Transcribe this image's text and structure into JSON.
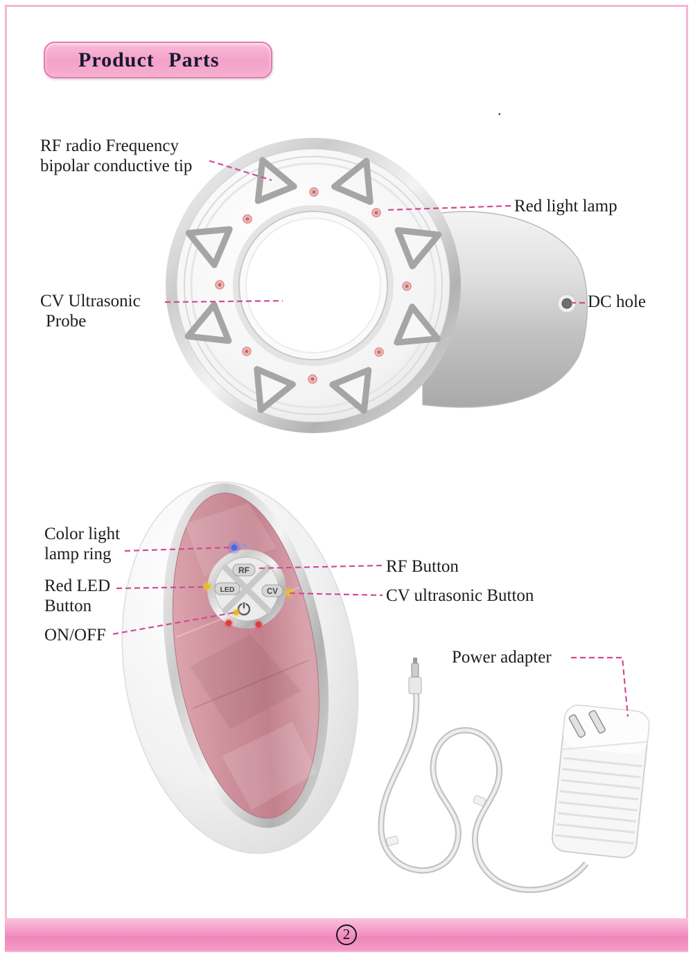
{
  "colors": {
    "dashed_line": "#cf4a94",
    "banner_border": "#e878b0",
    "banner_fill": "#f3a1c8",
    "footer_fill": "#ef87ba",
    "device_pink": "#cf97a1",
    "label_text": "#1d1d1d"
  },
  "page": {
    "banner_title": "Product Parts",
    "page_number": "2",
    "stray_dot": "."
  },
  "top_diagram": {
    "labels": {
      "rf_tip": {
        "line1": "RF radio Frequency",
        "line2": "bipolar conductive tip"
      },
      "red_light_lamp": "Red light lamp",
      "cv_probe": {
        "line1": "CV Ultrasonic",
        "line2": "Probe"
      },
      "dc_hole": "DC hole"
    }
  },
  "bottom_diagram": {
    "labels": {
      "color_light": {
        "line1": "Color light",
        "line2": "lamp ring"
      },
      "red_led": {
        "line1": "Red LED",
        "line2": "Button"
      },
      "on_off": "ON/OFF",
      "rf_button": "RF Button",
      "cv_button": "CV ultrasonic Button",
      "power_adapter": "Power adapter"
    },
    "controls": {
      "rf": "RF",
      "led": "LED",
      "cv": "CV"
    }
  }
}
